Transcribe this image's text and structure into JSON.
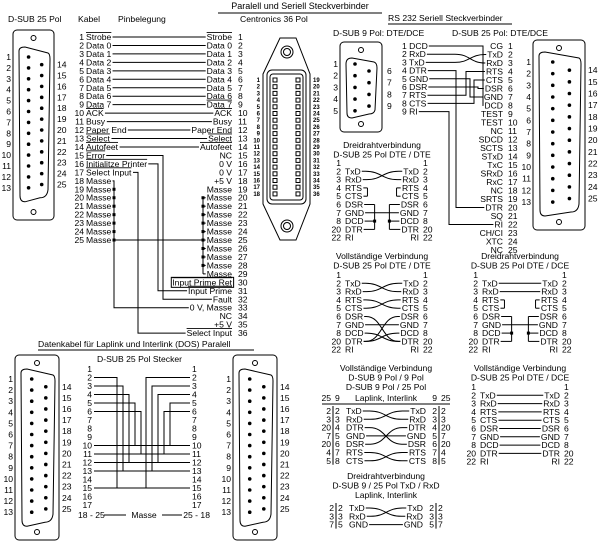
{
  "title": "Paralell und Seriell Steckverbinder",
  "headers": {
    "dsub25": "D-SUB 25 Pol",
    "kabel": "Kabel",
    "pinbelegung": "Pinbelegung",
    "centronics": "Centronics 36 Pol"
  },
  "rs232": {
    "title": "RS 232 Seriell Steckverbinder",
    "db9_title": "D-SUB 9 Pol: DTE/DCE",
    "db25_title": "D-SUB 25 Pol: DTE/DCE",
    "db9_pins": [
      "1 DCD",
      "2 RxD",
      "3 TxD",
      "4 DTR",
      "5 GND",
      "6 DSR",
      "7 RTS",
      "8 CTS",
      "9 RI"
    ],
    "db25_pins": [
      "CG",
      "TxD",
      "RxD",
      "RTS",
      "CTS",
      "DSR",
      "GND",
      "DCD",
      "TEST",
      "TEST",
      "NC",
      "SDCD",
      "SCTS",
      "STxD",
      "TxC",
      "SRxD",
      "RxC",
      "NC",
      "SRTS",
      "DTR",
      "SQ",
      "RI",
      "CH/CI",
      "XTC",
      "NC"
    ],
    "wiring": [
      [
        1,
        8
      ],
      [
        2,
        3
      ],
      [
        3,
        2
      ],
      [
        4,
        20
      ],
      [
        5,
        7
      ],
      [
        6,
        6
      ],
      [
        7,
        4
      ],
      [
        8,
        5
      ],
      [
        9,
        22
      ]
    ]
  },
  "connector_pins": {
    "db25_left": [
      "1",
      "2",
      "3",
      "4",
      "5",
      "6",
      "7",
      "8",
      "9",
      "10",
      "11",
      "12",
      "13"
    ],
    "db25_right": [
      "14",
      "15",
      "16",
      "17",
      "18",
      "19",
      "20",
      "21",
      "22",
      "23",
      "24",
      "25"
    ],
    "db9_left": [
      "1",
      "2",
      "3",
      "4",
      "5"
    ],
    "db9_right": [
      "6",
      "7",
      "8",
      "9"
    ],
    "centronics": [
      "1",
      "2",
      "3",
      "4",
      "5",
      "6",
      "7",
      "8",
      "9",
      "10",
      "11",
      "12",
      "13",
      "14",
      "15",
      "16",
      "17",
      "18",
      "19",
      "20",
      "21",
      "22",
      "23",
      "24",
      "25",
      "26",
      "27",
      "28",
      "29",
      "30",
      "31",
      "32",
      "33",
      "34",
      "35",
      "36"
    ]
  },
  "parallel": {
    "left": [
      {
        "n": "1",
        "name": "Strobe",
        "over": true
      },
      {
        "n": "2",
        "name": "Data 0"
      },
      {
        "n": "3",
        "name": "Data 1"
      },
      {
        "n": "4",
        "name": "Data 2"
      },
      {
        "n": "5",
        "name": "Data 3"
      },
      {
        "n": "6",
        "name": "Data 4"
      },
      {
        "n": "7",
        "name": "Data 5"
      },
      {
        "n": "8",
        "name": "Data 6"
      },
      {
        "n": "9",
        "name": "Data 7"
      },
      {
        "n": "10",
        "name": "ACK",
        "over": true
      },
      {
        "n": "11",
        "name": "Busy"
      },
      {
        "n": "12",
        "name": "Paper End"
      },
      {
        "n": "13",
        "name": "Select",
        "over": true
      },
      {
        "n": "14",
        "name": "Autofeet",
        "over": true
      },
      {
        "n": "15",
        "name": "Error",
        "over": true
      },
      {
        "n": "16",
        "name": "Initialitze Printer",
        "over": true
      },
      {
        "n": "17",
        "name": "Select Input",
        "over": true
      },
      {
        "n": "18",
        "name": "Masse"
      },
      {
        "n": "19",
        "name": "Masse"
      },
      {
        "n": "20",
        "name": "Masse"
      },
      {
        "n": "21",
        "name": "Masse"
      },
      {
        "n": "22",
        "name": "Masse"
      },
      {
        "n": "23",
        "name": "Masse"
      },
      {
        "n": "24",
        "name": "Masse"
      },
      {
        "n": "25",
        "name": "Masse"
      }
    ],
    "right": [
      {
        "n": "1",
        "name": "Strobe",
        "over": true
      },
      {
        "n": "2",
        "name": "Data 0"
      },
      {
        "n": "3",
        "name": "Data 1"
      },
      {
        "n": "4",
        "name": "Data 2"
      },
      {
        "n": "5",
        "name": "Data 3"
      },
      {
        "n": "6",
        "name": "Data 4"
      },
      {
        "n": "7",
        "name": "Data 5"
      },
      {
        "n": "8",
        "name": "Data 6"
      },
      {
        "n": "9",
        "name": "Data 7",
        "over": true
      },
      {
        "n": "10",
        "name": "ACK",
        "over": true
      },
      {
        "n": "11",
        "name": "Busy"
      },
      {
        "n": "12",
        "name": "Paper End"
      },
      {
        "n": "13",
        "name": "Select",
        "over": true
      },
      {
        "n": "14",
        "name": "Autofeet",
        "over": true
      },
      {
        "n": "15",
        "name": "NC"
      },
      {
        "n": "16",
        "name": "0 V"
      },
      {
        "n": "17",
        "name": "0 V"
      },
      {
        "n": "18",
        "name": "+5 V"
      },
      {
        "n": "19",
        "name": "Masse"
      },
      {
        "n": "20",
        "name": "Masse"
      },
      {
        "n": "21",
        "name": "Masse"
      },
      {
        "n": "22",
        "name": "Masse"
      },
      {
        "n": "23",
        "name": "Masse"
      },
      {
        "n": "24",
        "name": "Masse"
      },
      {
        "n": "25",
        "name": "Masse"
      },
      {
        "n": "26",
        "name": "Masse"
      },
      {
        "n": "27",
        "name": "Masse"
      },
      {
        "n": "28",
        "name": "Masse"
      },
      {
        "n": "29",
        "name": "Masse"
      },
      {
        "n": "30",
        "name": "Input Prime Ret",
        "over": true
      },
      {
        "n": "31",
        "name": "Input Prime",
        "over": true
      },
      {
        "n": "32",
        "name": "Fault"
      },
      {
        "n": "33",
        "name": "0 V, Masse"
      },
      {
        "n": "34",
        "name": "NC"
      },
      {
        "n": "35",
        "name": "+5 V"
      },
      {
        "n": "36",
        "name": "Select Input",
        "over": true
      }
    ]
  },
  "diagrams": {
    "dte_dte_3wire": {
      "titles": [
        "Dreidrahtverbindung",
        "D-SUB 25 Pol DTE / DTE"
      ],
      "rows": [
        {
          "ln": "1",
          "l": "",
          "r": "",
          "rn": "1"
        },
        {
          "ln": "2",
          "l": "TxD",
          "r": "TxD",
          "rn": "2"
        },
        {
          "ln": "3",
          "l": "RxD",
          "r": "RxD",
          "rn": "3"
        },
        {
          "ln": "4",
          "l": "RTS",
          "r": "RTS",
          "rn": "4"
        },
        {
          "ln": "5",
          "l": "CTS",
          "r": "CTS",
          "rn": "5"
        },
        {
          "ln": "6",
          "l": "DSR",
          "r": "DSR",
          "rn": "6"
        },
        {
          "ln": "7",
          "l": "GND",
          "r": "GND",
          "rn": "7"
        },
        {
          "ln": "8",
          "l": "DCD",
          "r": "DCD",
          "rn": "8"
        },
        {
          "ln": "20",
          "l": "DTR",
          "r": "DTR",
          "rn": "20"
        },
        {
          "ln": "22",
          "l": "RI",
          "r": "RI",
          "rn": "22"
        }
      ],
      "links": [
        [
          1,
          2
        ],
        [
          2,
          1
        ],
        [
          6,
          6
        ]
      ],
      "groups": [
        [
          3,
          4
        ],
        [
          5,
          7,
          8
        ]
      ]
    },
    "dte_dte_full": {
      "titles": [
        "Vollständige Verbindung",
        "D-SUB 25 Pol DTE / DTE"
      ],
      "rows": [
        {
          "ln": "1",
          "l": "",
          "r": "",
          "rn": "1"
        },
        {
          "ln": "2",
          "l": "TxD",
          "r": "TxD",
          "rn": "2"
        },
        {
          "ln": "3",
          "l": "RxD",
          "r": "RxD",
          "rn": "3"
        },
        {
          "ln": "4",
          "l": "RTS",
          "r": "RTS",
          "rn": "4"
        },
        {
          "ln": "5",
          "l": "CTS",
          "r": "CTS",
          "rn": "5"
        },
        {
          "ln": "6",
          "l": "DSR",
          "r": "DSR",
          "rn": "6"
        },
        {
          "ln": "7",
          "l": "GND",
          "r": "GND",
          "rn": "7"
        },
        {
          "ln": "8",
          "l": "DCD",
          "r": "DCD",
          "rn": "8"
        },
        {
          "ln": "20",
          "l": "DTR",
          "r": "DTR",
          "rn": "20"
        },
        {
          "ln": "22",
          "l": "RI",
          "r": "RI",
          "rn": "22"
        }
      ],
      "links": [
        [
          1,
          2
        ],
        [
          2,
          1
        ],
        [
          3,
          4
        ],
        [
          4,
          3
        ],
        [
          6,
          6
        ],
        [
          5,
          8
        ],
        [
          7,
          8
        ],
        [
          8,
          5
        ],
        [
          8,
          7
        ]
      ],
      "groups": []
    },
    "dte_dce_3wire": {
      "titles": [
        "Dreidrahtverbindung",
        "D-SUB 25 Pol DTE / DCE"
      ],
      "rows": [
        {
          "ln": "1",
          "l": "",
          "r": "",
          "rn": "1"
        },
        {
          "ln": "2",
          "l": "TxD",
          "r": "TxD",
          "rn": "2"
        },
        {
          "ln": "3",
          "l": "RxD",
          "r": "RxD",
          "rn": "3"
        },
        {
          "ln": "4",
          "l": "RTS",
          "r": "RTS",
          "rn": "4"
        },
        {
          "ln": "5",
          "l": "CTS",
          "r": "CTS",
          "rn": "5"
        },
        {
          "ln": "6",
          "l": "DSR",
          "r": "DSR",
          "rn": "6"
        },
        {
          "ln": "7",
          "l": "GND",
          "r": "GND",
          "rn": "7"
        },
        {
          "ln": "8",
          "l": "DCD",
          "r": "DCD",
          "rn": "8"
        },
        {
          "ln": "20",
          "l": "DTR",
          "r": "DTR",
          "rn": "20"
        },
        {
          "ln": "22",
          "l": "RI",
          "r": "RI",
          "rn": "22"
        }
      ],
      "links": [
        [
          1,
          1
        ],
        [
          2,
          2
        ],
        [
          6,
          6
        ]
      ],
      "groups": [
        [
          3,
          4
        ],
        [
          5,
          7,
          8
        ]
      ]
    },
    "dte_dce_full": {
      "titles": [
        "Vollständige Verbindung",
        "D-SUB 25 Pol DTE / DCE"
      ],
      "rows": [
        {
          "ln": "1",
          "l": "",
          "r": "",
          "rn": "1"
        },
        {
          "ln": "2",
          "l": "TxD",
          "r": "TxD",
          "rn": "2"
        },
        {
          "ln": "3",
          "l": "RxD",
          "r": "RxD",
          "rn": "3"
        },
        {
          "ln": "4",
          "l": "RTS",
          "r": "RTS",
          "rn": "4"
        },
        {
          "ln": "5",
          "l": "CTS",
          "r": "CTS",
          "rn": "5"
        },
        {
          "ln": "6",
          "l": "DSR",
          "r": "DSR",
          "rn": "6"
        },
        {
          "ln": "7",
          "l": "GND",
          "r": "GND",
          "rn": "7"
        },
        {
          "ln": "8",
          "l": "DCD",
          "r": "DCD",
          "rn": "8"
        },
        {
          "ln": "20",
          "l": "DTR",
          "r": "DTR",
          "rn": "20"
        },
        {
          "ln": "22",
          "l": "RI",
          "r": "RI",
          "rn": "22"
        }
      ],
      "links": [
        [
          1,
          1
        ],
        [
          2,
          2
        ],
        [
          3,
          3
        ],
        [
          4,
          4
        ],
        [
          5,
          5
        ],
        [
          6,
          6
        ],
        [
          7,
          7
        ],
        [
          8,
          8
        ]
      ],
      "groups": []
    },
    "laplink_9_25": {
      "titles": [
        "Vollständige Verbindung",
        "D-SUB 9 Pol / 9 Pol",
        "D-SUB  9 Pol / 25 Pol"
      ],
      "header": {
        "l25": "25",
        "l9": "9",
        "mid": "Laplink, Interlink",
        "r9": "9",
        "r25": "25"
      },
      "rows": [
        {
          "l25": "2",
          "l9": "2",
          "l": "TxD",
          "r": "TxD",
          "r9": "2",
          "r25": "2"
        },
        {
          "l25": "3",
          "l9": "3",
          "l": "RxD",
          "r": "RxD",
          "r9": "3",
          "r25": "3"
        },
        {
          "l25": "20",
          "l9": "4",
          "l": "DTR",
          "r": "DTR",
          "r9": "4",
          "r25": "20"
        },
        {
          "l25": "7",
          "l9": "5",
          "l": "GND",
          "r": "GND",
          "r9": "5",
          "r25": "7"
        },
        {
          "l25": "20",
          "l9": "6",
          "l": "DSR",
          "r": "DSR",
          "r9": "6",
          "r25": "20"
        },
        {
          "l25": "4",
          "l9": "7",
          "l": "RTS",
          "r": "RTS",
          "r9": "7",
          "r25": "4"
        },
        {
          "l25": "5",
          "l9": "8",
          "l": "CTS",
          "r": "CTS",
          "r9": "8",
          "r25": "5"
        }
      ],
      "links": [
        [
          0,
          1
        ],
        [
          1,
          0
        ],
        [
          2,
          4
        ],
        [
          4,
          2
        ],
        [
          3,
          3
        ],
        [
          5,
          6
        ],
        [
          6,
          5
        ]
      ]
    },
    "laplink_3wire": {
      "titles": [
        "Dreidrahtverbindung",
        "D-SUB 9 / 25 Pol  TxD / RxD",
        "Laplink, Interlink"
      ],
      "rows": [
        {
          "l25": "2",
          "l9": "2",
          "l": "TxD",
          "r": "TxD",
          "r9": "2",
          "r25": "2"
        },
        {
          "l25": "3",
          "l9": "3",
          "l": "RxD",
          "r": "RxD",
          "r9": "3",
          "r25": "3"
        },
        {
          "l25": "7",
          "l9": "5",
          "l": "GND",
          "r": "GND",
          "r9": "5",
          "r25": "7"
        }
      ],
      "links": [
        [
          0,
          1
        ],
        [
          1,
          0
        ],
        [
          2,
          2
        ]
      ]
    }
  },
  "laplink_parallel": {
    "title": "Datenkabel für Laplink und Interlink (DOS) Paralell",
    "subtitle": "D-SUB 25 Pol Stecker",
    "pins": [
      "1",
      "2",
      "3",
      "4",
      "5",
      "6",
      "7",
      "8",
      "9",
      "10",
      "11",
      "12",
      "13",
      "14",
      "15",
      "16",
      "17"
    ],
    "links": [
      [
        2,
        15
      ],
      [
        3,
        13
      ],
      [
        4,
        12
      ],
      [
        5,
        10
      ],
      [
        6,
        11
      ],
      [
        10,
        5
      ],
      [
        11,
        6
      ],
      [
        12,
        4
      ],
      [
        13,
        3
      ],
      [
        15,
        2
      ]
    ],
    "masse_left": "18 - 25",
    "masse_label": "Masse",
    "masse_right": "25 - 18"
  }
}
